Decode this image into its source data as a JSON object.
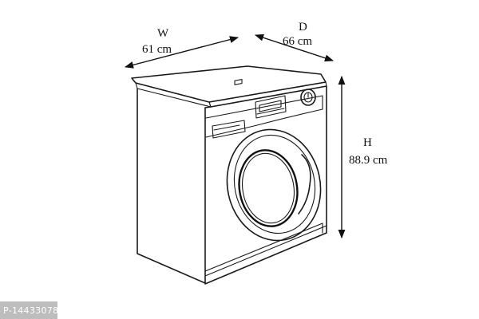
{
  "dimensions": {
    "width": {
      "letter": "W",
      "value": "61 cm"
    },
    "depth": {
      "letter": "D",
      "value": "66 cm"
    },
    "height": {
      "letter": "H",
      "value": "88.9 cm"
    }
  },
  "watermark": {
    "text": "P-14433078"
  },
  "icons": {
    "main": "washing-machine-icon"
  }
}
